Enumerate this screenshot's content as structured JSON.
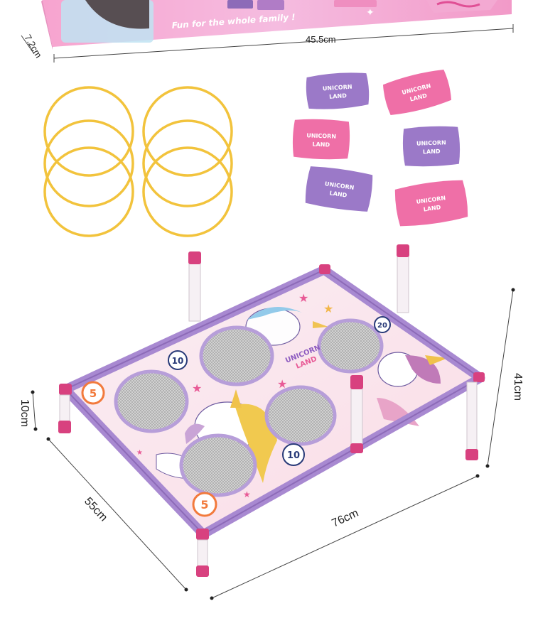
{
  "box": {
    "tagline": "Fun for the whole family !"
  },
  "dimensions": {
    "box_width": "45.5cm",
    "box_depth": "7.2cm",
    "leg_height": "10cm",
    "table_depth": "55cm",
    "table_width": "76cm",
    "table_height": "41cm"
  },
  "bean_bag": {
    "logo_line1": "UNICORN",
    "logo_line2": "LAND"
  },
  "board": {
    "logo_line1": "UNICORN",
    "logo_line2": "LAND",
    "scores": [
      "20",
      "10",
      "5",
      "10",
      "5"
    ]
  },
  "colors": {
    "frame": "#a889d1",
    "leg_cap": "#d8417f",
    "ring": "#f2c33c",
    "bag_purple": "#9b79c8",
    "bag_pink": "#ef6fa7",
    "mat": "#fbe3ea",
    "mesh": "#bdbdbd",
    "score_orange": "#f27a3c",
    "score_navy": "#283a78"
  }
}
